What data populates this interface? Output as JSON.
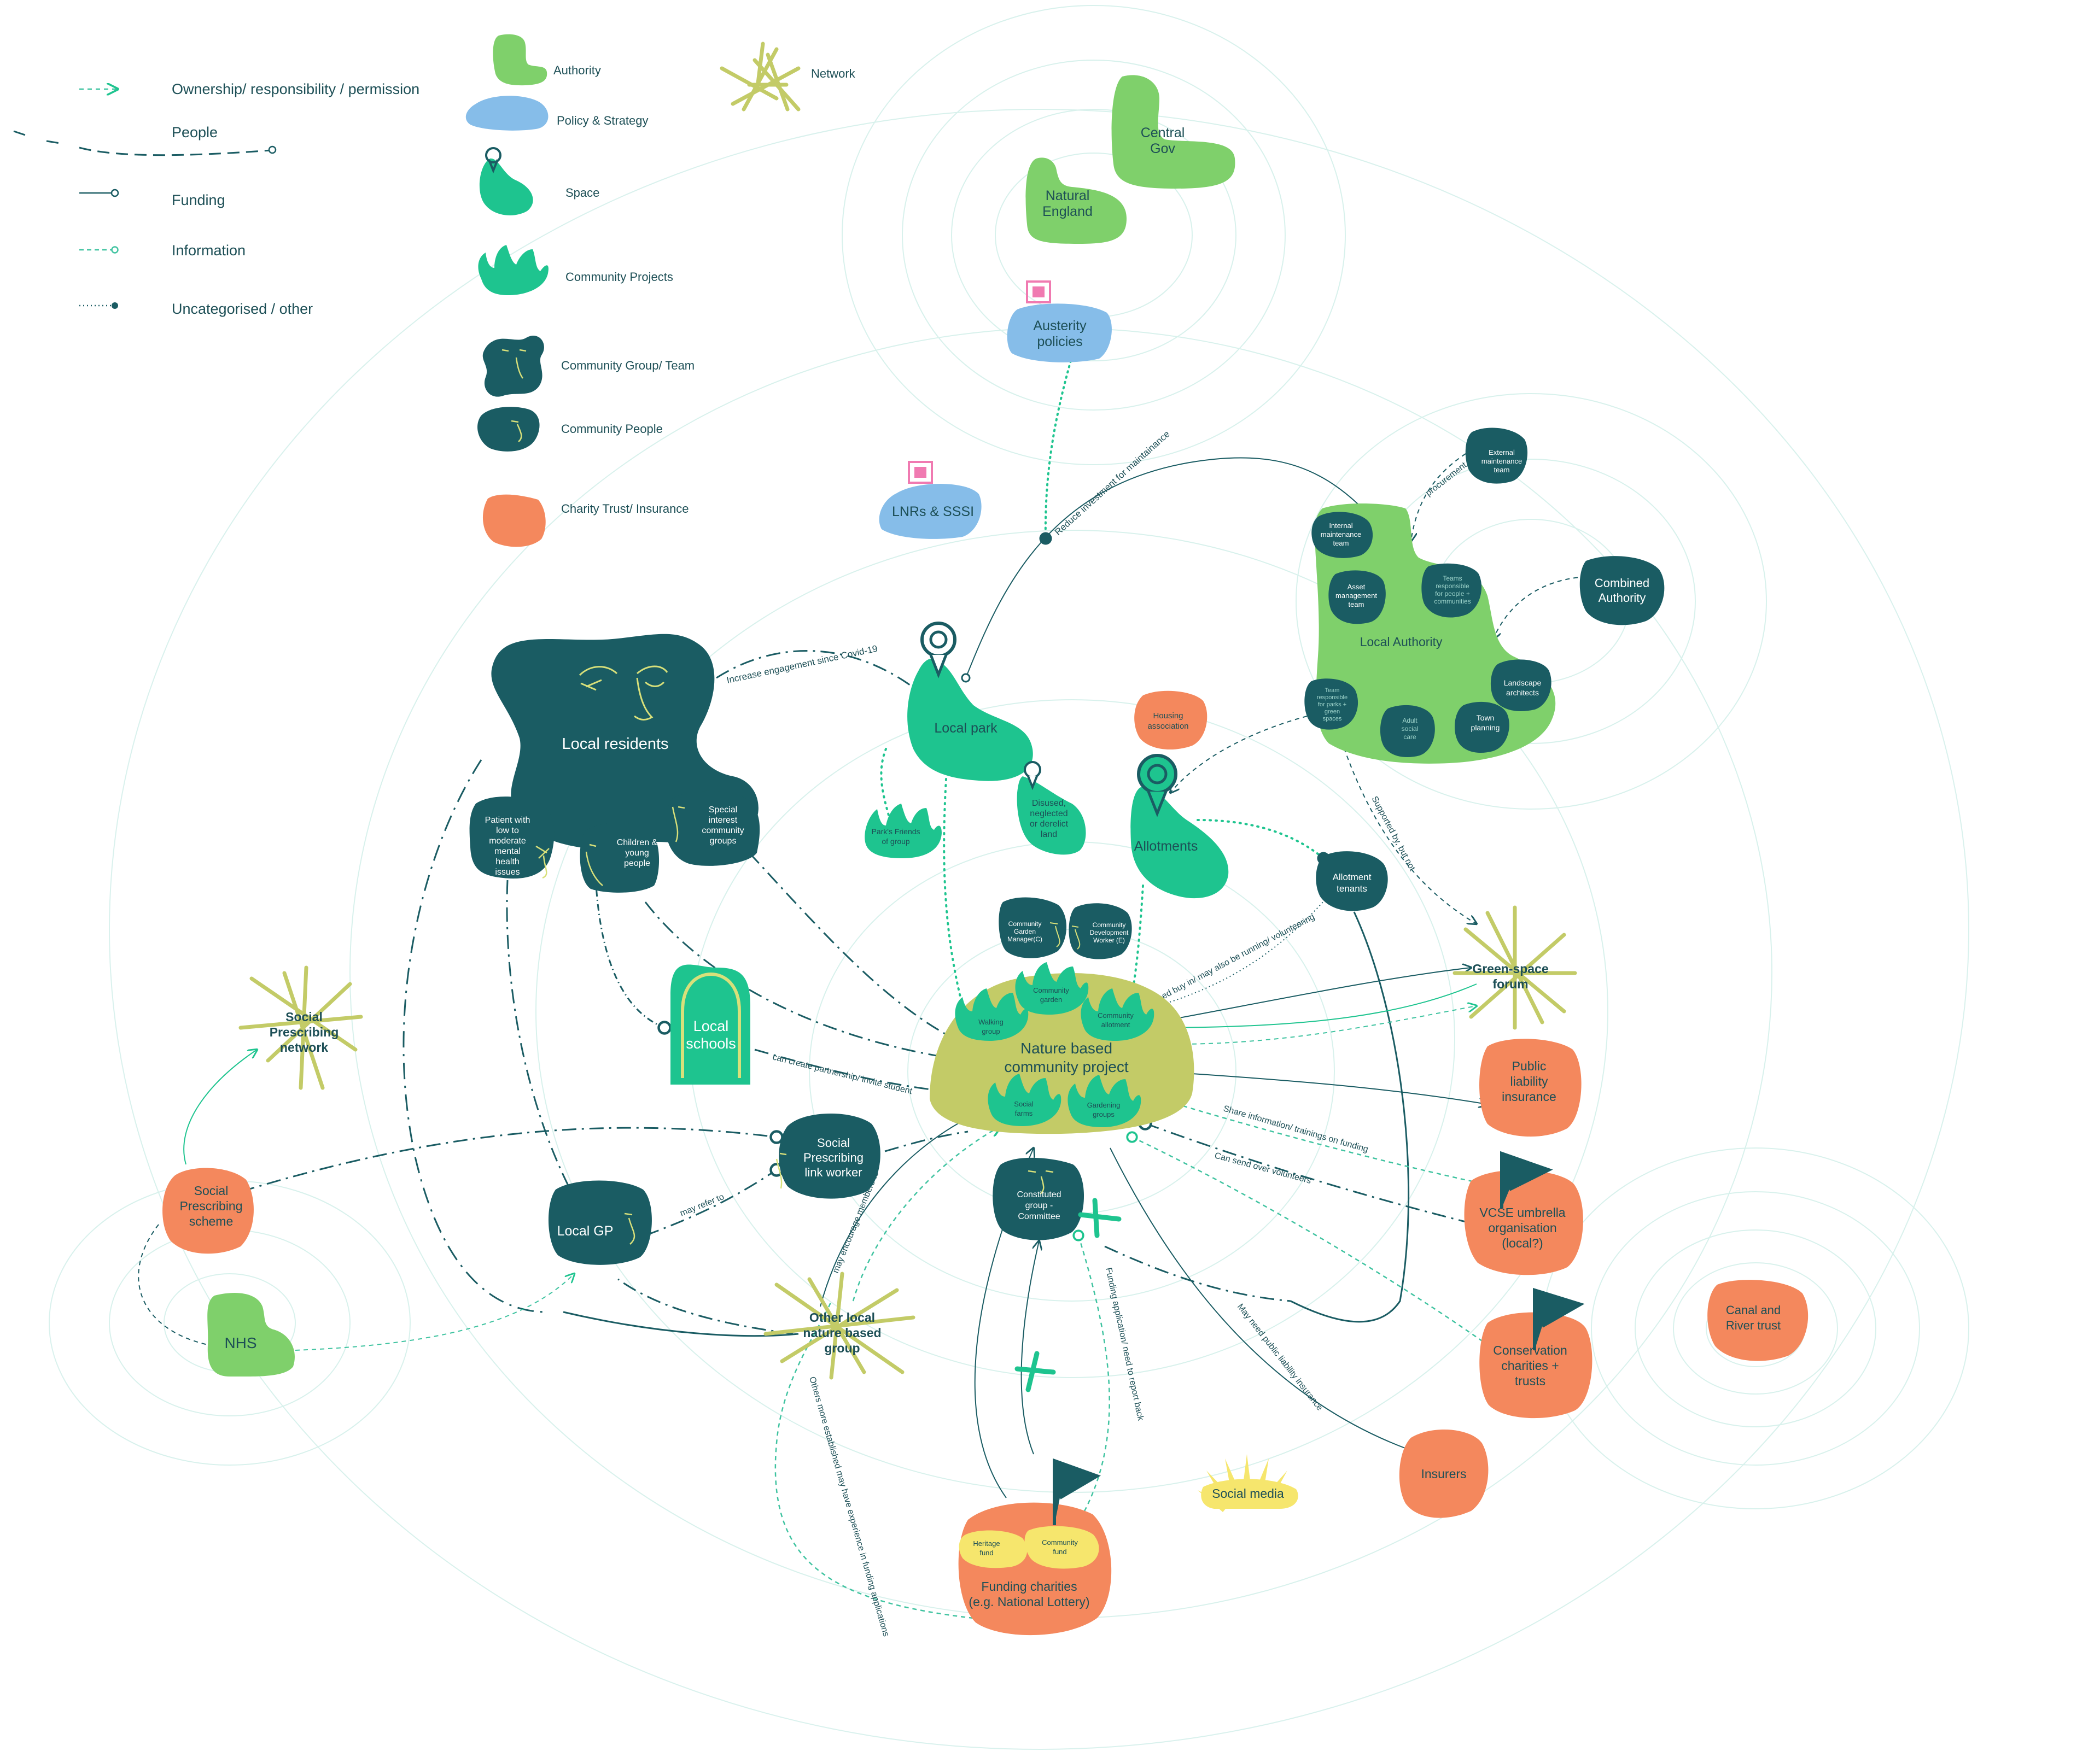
{
  "legend": {
    "lines": [
      {
        "id": "ownership",
        "label": "Ownership/ responsibility / permission"
      },
      {
        "id": "people",
        "label": "People"
      },
      {
        "id": "funding",
        "label": "Funding"
      },
      {
        "id": "information",
        "label": "Information"
      },
      {
        "id": "other",
        "label": "Uncategorised / other"
      }
    ],
    "shapes": [
      {
        "id": "authority",
        "label": "Authority",
        "icon": "authority-shape-icon"
      },
      {
        "id": "policy",
        "label": "Policy & Strategy",
        "icon": "policy-shape-icon"
      },
      {
        "id": "space",
        "label": "Space",
        "icon": "space-pin-icon"
      },
      {
        "id": "projects",
        "label": "Community Projects",
        "icon": "community-project-icon"
      },
      {
        "id": "group",
        "label": "Community Group/ Team",
        "icon": "community-group-icon"
      },
      {
        "id": "people",
        "label": "Community People",
        "icon": "community-person-icon"
      },
      {
        "id": "charity",
        "label": "Charity Trust/ Insurance",
        "icon": "charity-circle-icon"
      },
      {
        "id": "network",
        "label": "Network",
        "icon": "network-star-icon"
      }
    ]
  },
  "nodes": {
    "central_gov": [
      "Central",
      "Gov"
    ],
    "natural_england": [
      "Natural",
      "England"
    ],
    "austerity": [
      "Austerity",
      "policies"
    ],
    "lnrs": [
      "LNRs & SSSI"
    ],
    "local_residents": [
      "Local residents"
    ],
    "patient": [
      "Patient with",
      "low to",
      "moderate",
      "mental",
      "health",
      "issues"
    ],
    "children": [
      "Children &",
      "young",
      "people"
    ],
    "special_interest": [
      "Special",
      "interest",
      "community",
      "groups"
    ],
    "local_park": [
      "Local park"
    ],
    "parks_friends": [
      "Park's Friends",
      "of group"
    ],
    "disused_land": [
      "Disused,",
      "neglected",
      "or derelict",
      "land"
    ],
    "housing": [
      "Housing",
      "association"
    ],
    "allotments": [
      "Allotments"
    ],
    "allotment_tenants": [
      "Allotment",
      "tenants"
    ],
    "local_authority": [
      "Local Authority"
    ],
    "internal_maintenance": [
      "Internal",
      "maintenance",
      "team"
    ],
    "asset_management": [
      "Asset",
      "management",
      "team"
    ],
    "teams_responsible_people": [
      "Teams",
      "responsible",
      "for people +",
      "communities"
    ],
    "external_maintenance": [
      "External",
      "maintenance",
      "team"
    ],
    "combined_authority": [
      "Combined",
      "Authority"
    ],
    "landscape_architects": [
      "Landscape",
      "architects"
    ],
    "town_planning": [
      "Town",
      "planning"
    ],
    "adult_social_care": [
      "Adult",
      "social",
      "care"
    ],
    "team_parks": [
      "Team",
      "responsible",
      "for parks +",
      "green",
      "spaces"
    ],
    "cgm": [
      "Community",
      "Garden",
      "Manager(C)"
    ],
    "cdw": [
      "Community",
      "Development",
      "Worker (E)"
    ],
    "community_garden": [
      "Community",
      "garden"
    ],
    "community_allotment": [
      "Community",
      "allotment"
    ],
    "walking_group": [
      "Walking",
      "group"
    ],
    "nature_project": [
      "Nature based",
      "community project"
    ],
    "social_farms": [
      "Social",
      "farms"
    ],
    "gardening_groups": [
      "Gardening",
      "groups"
    ],
    "local_schools": [
      "Local",
      "schools"
    ],
    "sp_network": [
      "Social",
      "Prescribing",
      "network"
    ],
    "sp_scheme": [
      "Social",
      "Prescribing",
      "scheme"
    ],
    "sp_link_worker": [
      "Social",
      "Prescribing",
      "link worker"
    ],
    "local_gp": [
      "Local GP"
    ],
    "nhs": [
      "NHS"
    ],
    "other_group": [
      "Other local",
      "nature based",
      "group"
    ],
    "constituted": [
      "Constituted",
      "group -",
      "Committee"
    ],
    "green_forum": [
      "Green-space",
      "forum"
    ],
    "public_liability": [
      "Public",
      "liability",
      "insurance"
    ],
    "vcse": [
      "VCSE umbrella",
      "organisation",
      "(local?)"
    ],
    "conservation": [
      "Conservation",
      "charities +",
      "trusts"
    ],
    "canal": [
      "Canal and",
      "River trust"
    ],
    "insurers": [
      "Insurers"
    ],
    "social_media": [
      "Social media"
    ],
    "heritage_fund": [
      "Heritage",
      "fund"
    ],
    "community_fund": [
      "Community",
      "fund"
    ],
    "funding_charities": [
      "Funding charities",
      "(e.g. National Lottery)"
    ]
  },
  "edge_labels": {
    "reduce_investment": "Reduce investment for maintainance",
    "increase_engagement": "Increase engagement since Covid-19",
    "procurement": "procurement",
    "supported_by": "Supported by, but not",
    "need_buy_in": "need buy in/ may also be  running/ volunteering",
    "create_partnership": "can create partnership/ invite student",
    "share_info": "Share information/ trainings on funding",
    "send_volunteers": "Can send over volunteers",
    "may_refer": "may refer to",
    "may_encourage": "may encourage members to",
    "funding_application": "Funding application/ need to report back",
    "may_need_insurance": "May need public liability insurance",
    "others_experience": "Others more established may have experience in funding applications"
  },
  "colors": {
    "dark_teal": "#1a5c63",
    "mint": "#1ec48f",
    "grass": "#7fd06b",
    "sky": "#86bde9",
    "coral": "#f4885d",
    "olive": "#c3cb67",
    "sun": "#f6e66d",
    "pink": "#f07ab1",
    "face_line": "#d8e07a"
  }
}
